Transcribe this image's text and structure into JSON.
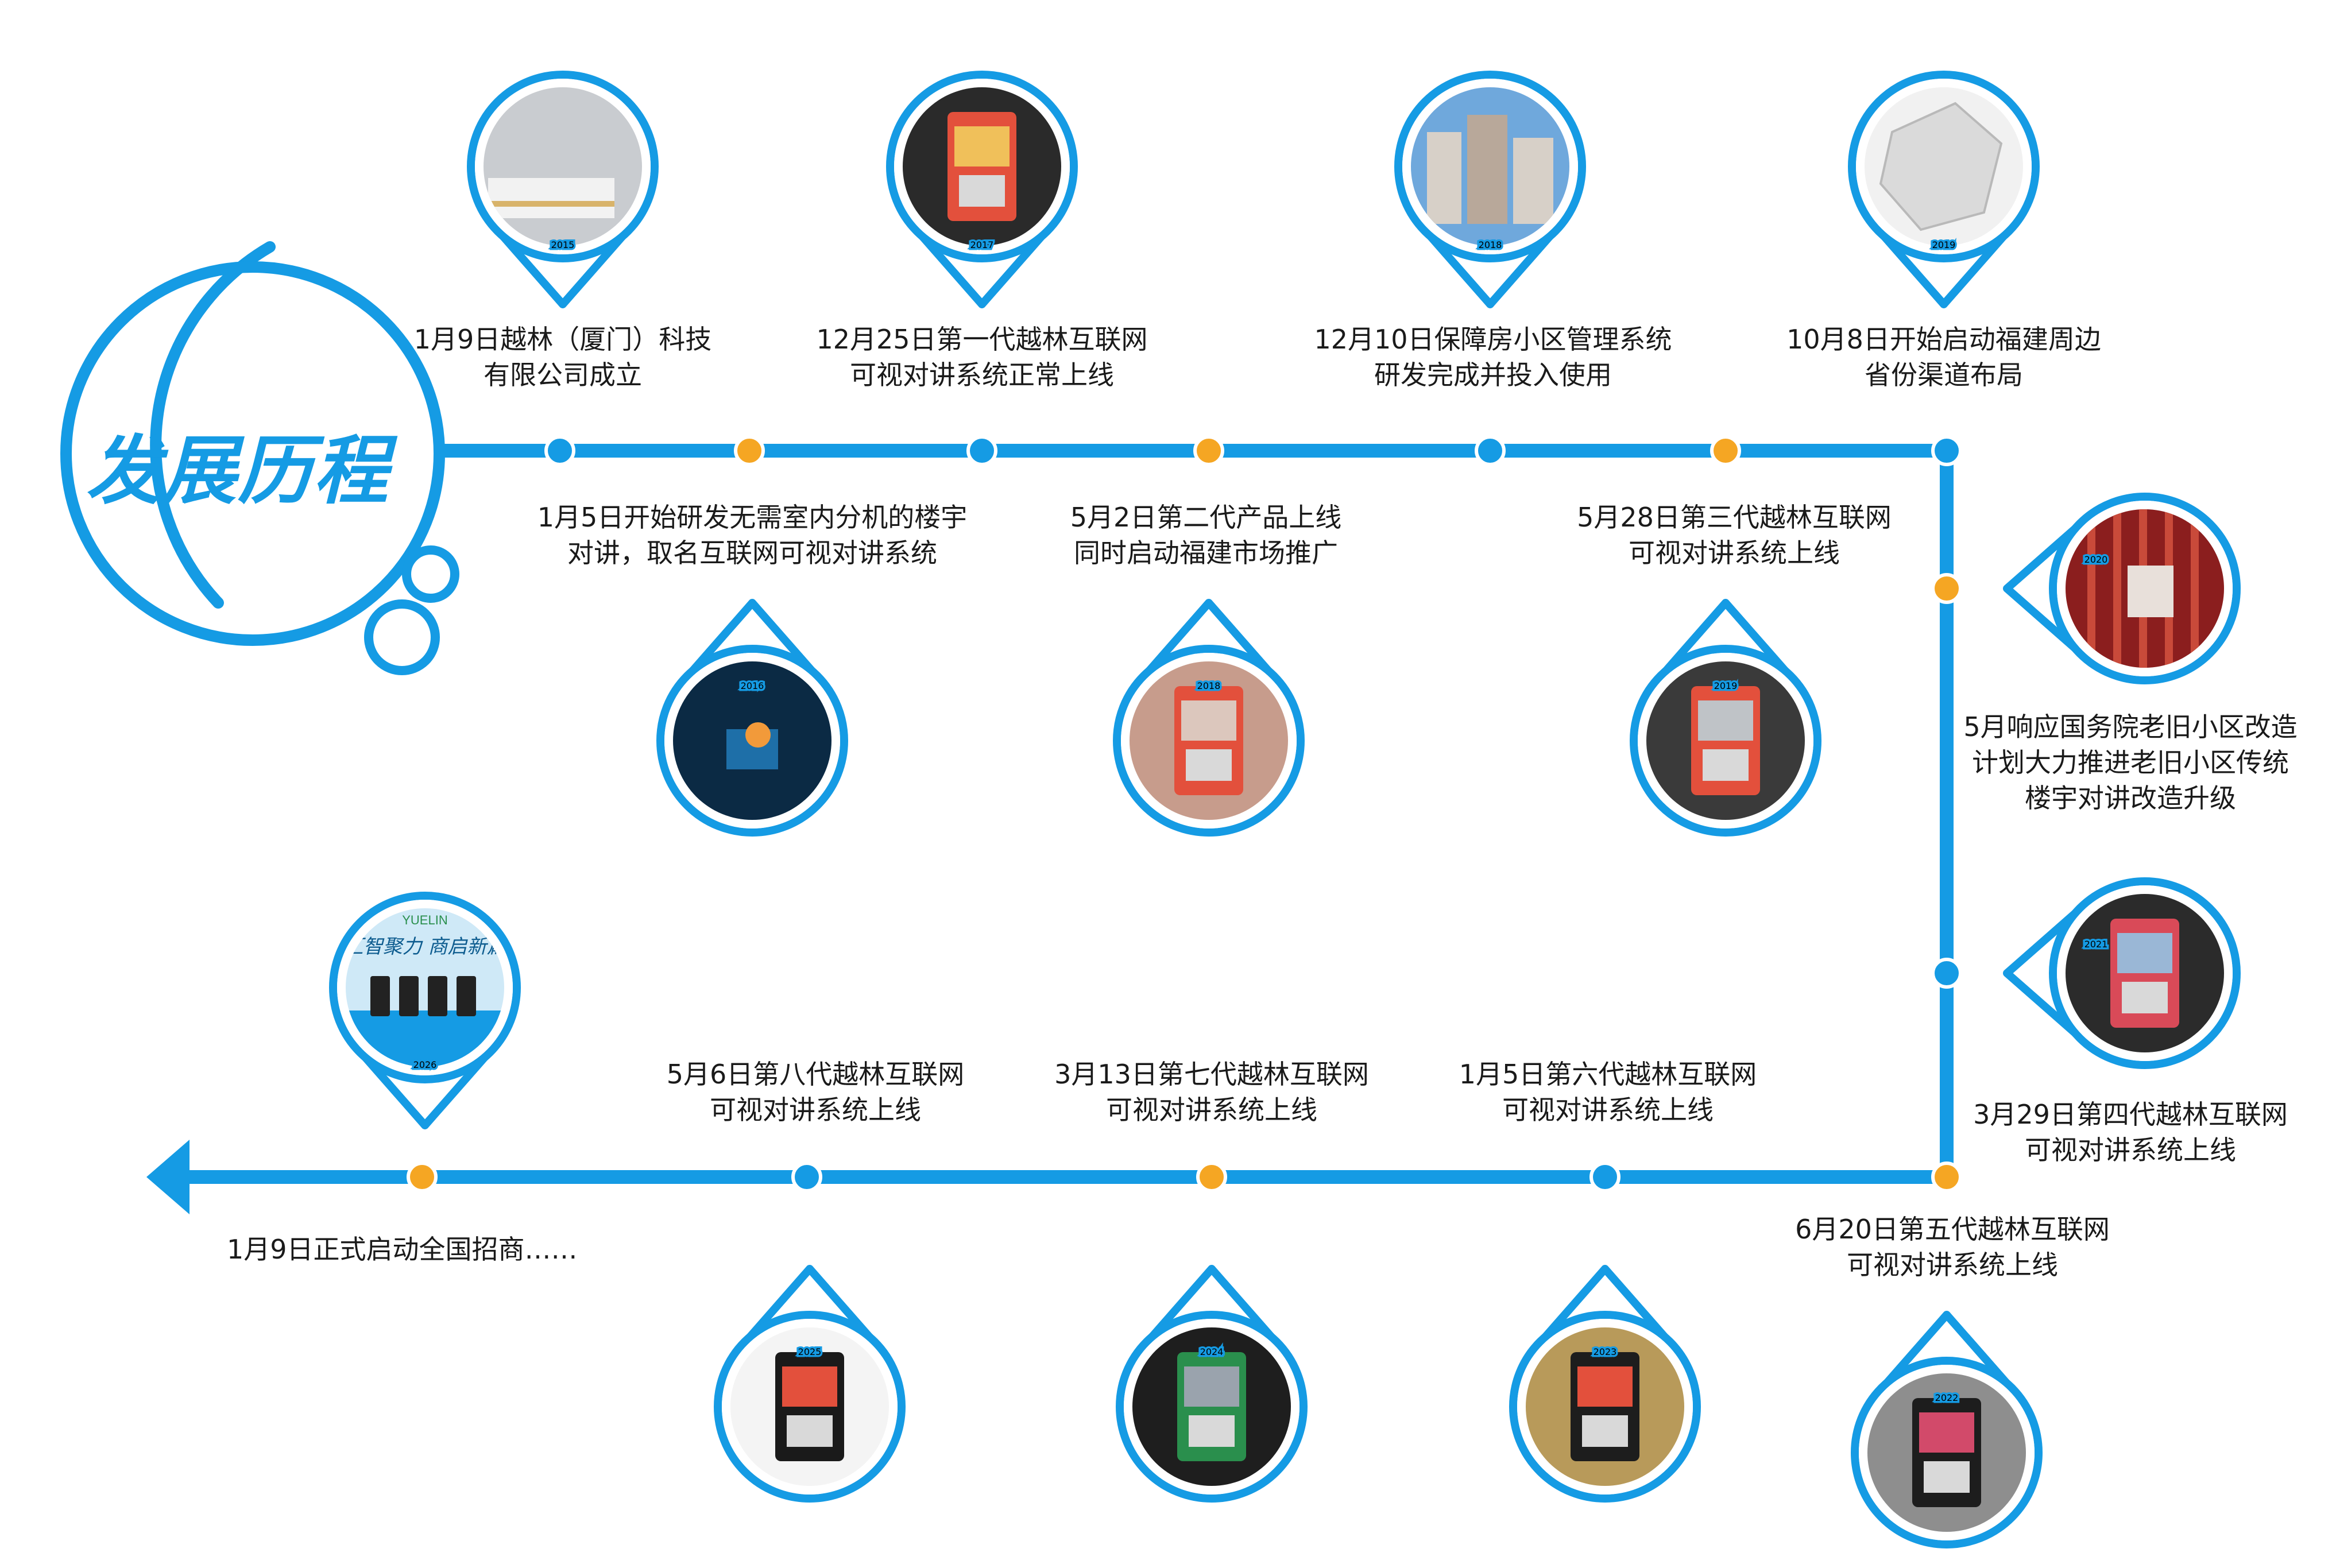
{
  "title": "发展历程",
  "colors": {
    "accent": "#159be4",
    "node_blue": "#159be4",
    "node_orange": "#f5a623",
    "text": "#1a1a1a"
  },
  "events": [
    {
      "year": "2015",
      "text": "1月9日越林（厦门）科技\n有限公司成立",
      "photo": "office-reception-desk"
    },
    {
      "year": "2016",
      "text": "1月5日开始研发无需室内分机的楼宇\n对讲，取名互联网可视对讲系统",
      "photo": "circuit-chip"
    },
    {
      "year": "2017",
      "text": "12月25日第一代越林互联网\n可视对讲系统正常上线",
      "photo": "intercom-panel-gen1"
    },
    {
      "year": "2018",
      "text": "5月2日第二代产品上线\n同时启动福建市场推广",
      "photo": "intercom-panel-gen2"
    },
    {
      "year": "2018",
      "text": "12月10日保障房小区管理系统\n研发完成并投入使用",
      "photo": "residential-buildings"
    },
    {
      "year": "2019",
      "text": "5月28日第三代越林互联网\n可视对讲系统上线",
      "photo": "intercom-panel-gen3"
    },
    {
      "year": "2019",
      "text": "10月8日开始启动福建周边\n省份渠道布局",
      "photo": "fujian-map"
    },
    {
      "year": "2020",
      "text": "5月响应国务院老旧小区改造\n计划大力推进老旧小区传统\n楼宇对讲改造升级",
      "photo": "elevator-shaft"
    },
    {
      "year": "2021",
      "text": "3月29日第四代越林互联网\n可视对讲系统上线",
      "photo": "intercom-panel-gen4"
    },
    {
      "year": "2022",
      "text": "6月20日第五代越林互联网\n可视对讲系统上线",
      "photo": "intercom-panel-gen5"
    },
    {
      "year": "2023",
      "text": "1月5日第六代越林互联网\n可视对讲系统上线",
      "photo": "intercom-panel-gen6"
    },
    {
      "year": "2024",
      "text": "3月13日第七代越林互联网\n可视对讲系统上线",
      "photo": "intercom-panel-gen7"
    },
    {
      "year": "2025",
      "text": "5月6日第八代越林互联网\n可视对讲系统上线",
      "photo": "intercom-panel-gen8"
    },
    {
      "year": "2026",
      "text": "1月9日正式启动全国招商……",
      "photo": "product-poster"
    }
  ],
  "poster": {
    "brand": "YUELIN",
    "slogan": "汇智聚力 商启新篇"
  }
}
